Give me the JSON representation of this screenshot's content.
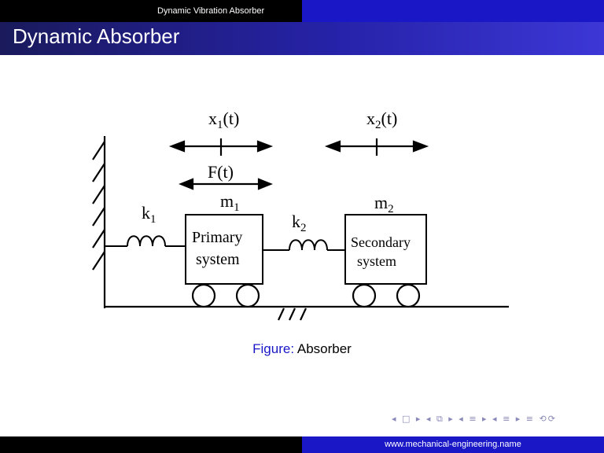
{
  "header": {
    "section_title": "Dynamic Vibration Absorber",
    "frame_title": "Dynamic Absorber"
  },
  "diagram": {
    "x1": {
      "main": "x",
      "sub": "1",
      "tail": "(t)"
    },
    "x2": {
      "main": "x",
      "sub": "2",
      "tail": "(t)"
    },
    "force": "F(t)",
    "m1": {
      "main": "m",
      "sub": "1"
    },
    "m2": {
      "main": "m",
      "sub": "2"
    },
    "k1": {
      "main": "k",
      "sub": "1"
    },
    "k2": {
      "main": "k",
      "sub": "2"
    },
    "primary": {
      "line1": "Primary",
      "line2": "system"
    },
    "secondary": {
      "line1": "Secondary",
      "line2": "system"
    }
  },
  "caption": {
    "prefix": "Figure:",
    "text": "Absorber"
  },
  "navigation": {
    "symbols": "◂ □ ▸ ◂ ⧉ ▸ ◂ ≡ ▸ ◂ ≡ ▸ ≡ ⟲⟳"
  },
  "footer": {
    "url": "www.mechanical-engineering.name"
  },
  "colors": {
    "beamer_blue": "#1a17c7",
    "header_black": "#000000",
    "nav_gray": "#8a8ab8"
  }
}
